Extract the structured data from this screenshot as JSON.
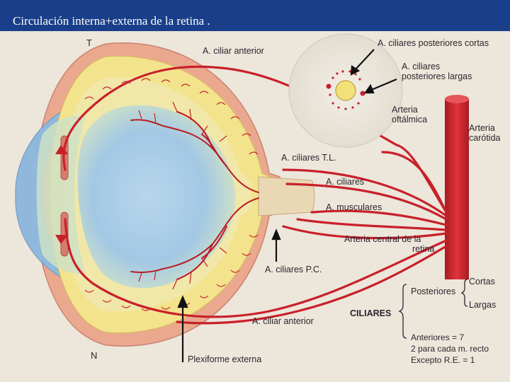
{
  "slide": {
    "title": "Circulación interna+externa de la retina ."
  },
  "diagram": {
    "orientation": {
      "top": "T",
      "bottom": "N"
    },
    "labels": {
      "ciliar_anterior_top": "A. ciliar anterior",
      "ciliares_post_cortas": "A. ciliares posteriores cortas",
      "ciliares_post_largas_1": "A. ciliares",
      "ciliares_post_largas_2": "posteriores largas",
      "oftalmica_1": "Arteria",
      "oftalmica_2": "oftálmica",
      "carotida_1": "Arteria",
      "carotida_2": "carótida",
      "ciliares_tl": "A. ciliares T.L.",
      "ciliares": "A. ciliares",
      "musculares": "A. musculares",
      "central_retina_1": "Arteria central de la",
      "central_retina_2": "retina",
      "ciliares_pc": "A. ciliares P.C.",
      "ciliar_anterior_bottom": "A. ciliar anterior",
      "plexiforme": "Plexiforme externa"
    },
    "legend": {
      "heading": "CILIARES",
      "posteriores": "Posteriores",
      "cortas": "Cortas",
      "largas": "Largas",
      "anteriores": "Anteriores = 7",
      "por_recto": "2 para cada m. recto",
      "excepto": "Excepto R.E. = 1"
    },
    "colors": {
      "artery": "#c8202a",
      "sclera": "#e8a48c",
      "choroid": "#f2e08a",
      "vitreous": "#9fc6e2",
      "paper": "#f1ebe0"
    }
  }
}
